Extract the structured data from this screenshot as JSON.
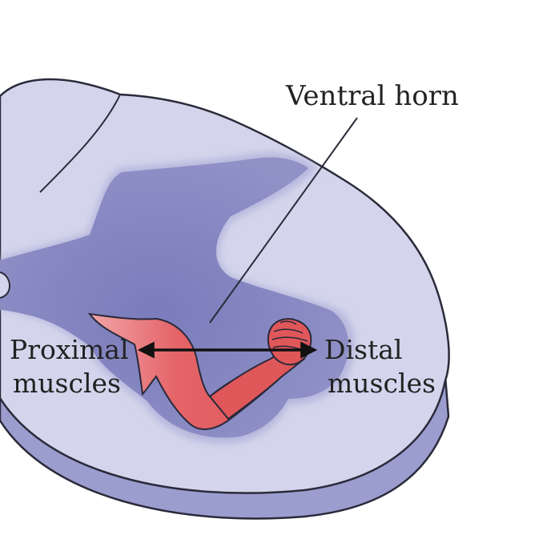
{
  "labels": {
    "ventral_horn": "Ventral horn",
    "proximal_line1": "Proximal",
    "proximal_line2": "muscles",
    "distal_line1": "Distal",
    "distal_line2": "muscles"
  },
  "colors": {
    "background": "#ffffff",
    "white_matter": "#d4d5ec",
    "gray_matter": "#8d8ec4",
    "gray_matter_inner": "#7d7fbd",
    "slab_side": "#9c9dcf",
    "outline": "#2a2a3a",
    "arm": "#e0575a",
    "arm_shoulder": "#f0a0a4",
    "arrow": "#111111"
  },
  "icons": {
    "arm": "arm-icon",
    "arrow": "double-headed-arrow"
  }
}
